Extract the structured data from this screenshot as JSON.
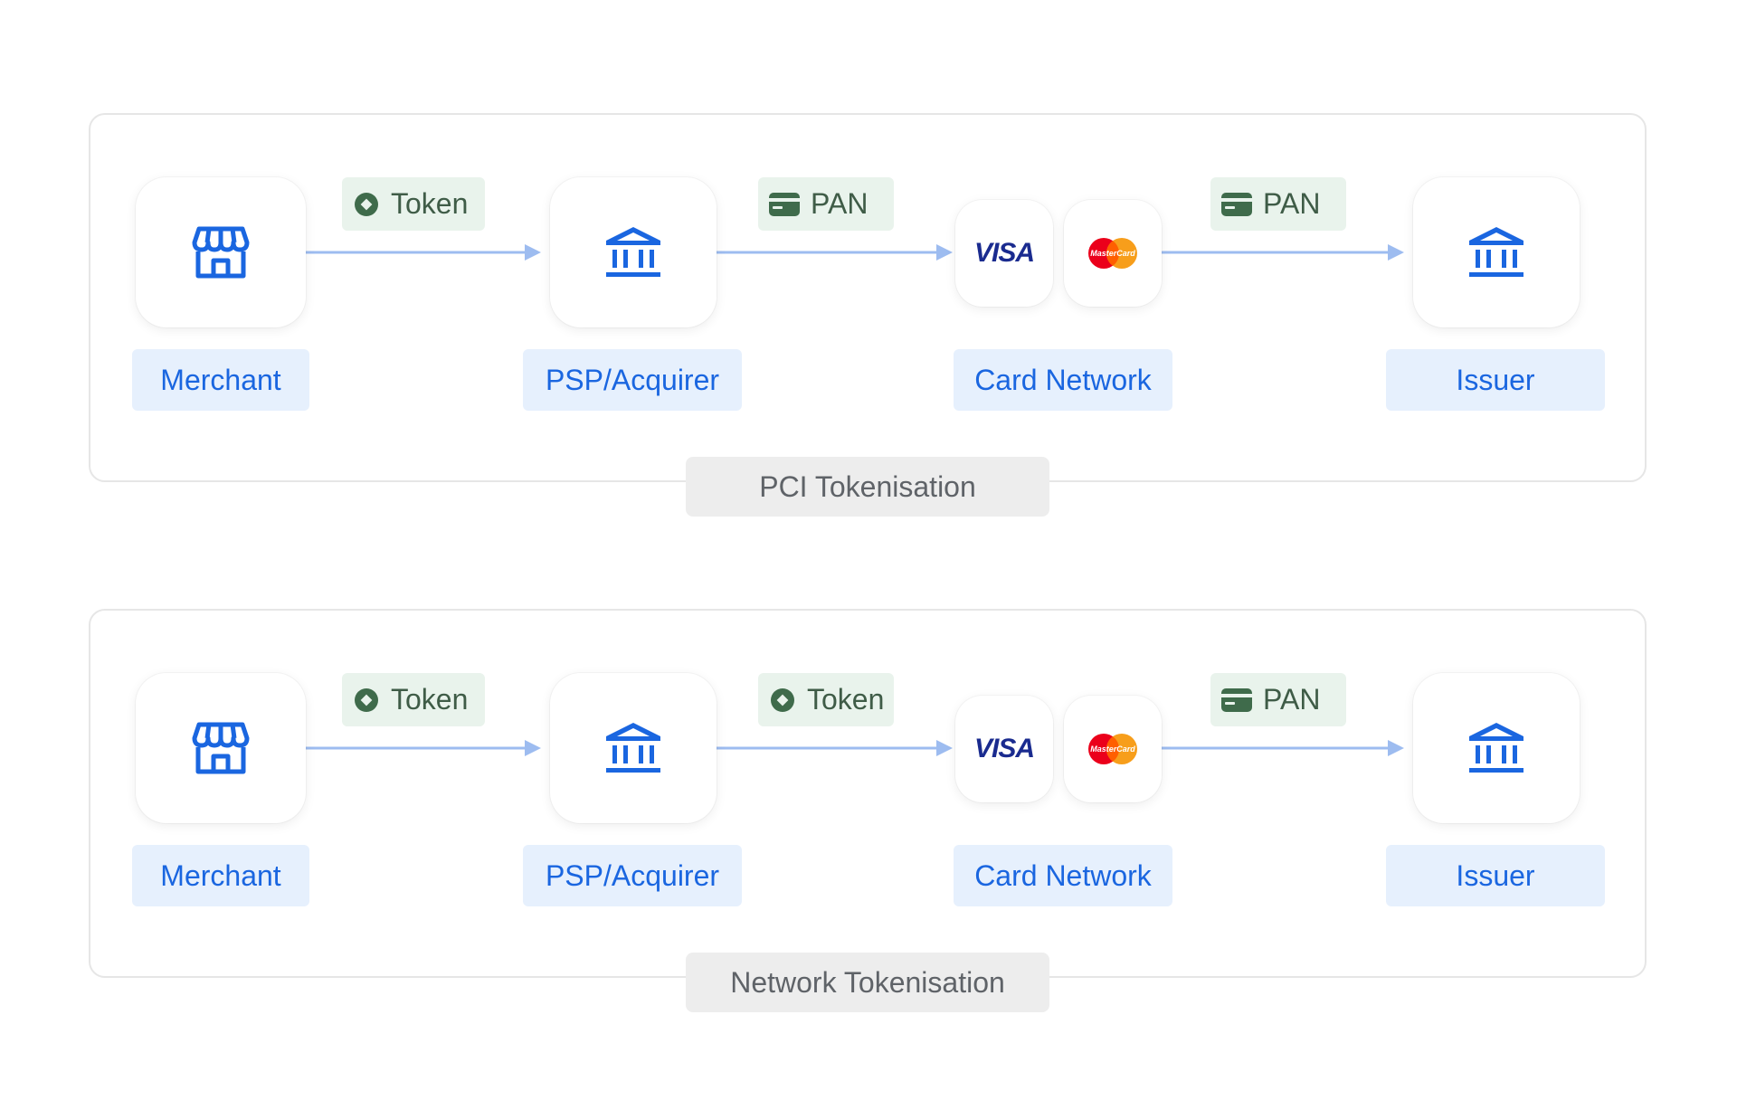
{
  "diagrams": [
    {
      "caption": "PCI Tokenisation",
      "nodes": {
        "merchant": {
          "label": "Merchant",
          "icon": "store-icon"
        },
        "psp": {
          "label": "PSP/Acquirer",
          "icon": "bank-icon"
        },
        "network": {
          "label": "Card Network",
          "logos": [
            "visa-logo",
            "mastercard-logo"
          ]
        },
        "issuer": {
          "label": "Issuer",
          "icon": "bank-icon"
        }
      },
      "edges": [
        {
          "from": "merchant",
          "to": "psp",
          "label": "Token",
          "icon": "token-icon"
        },
        {
          "from": "psp",
          "to": "network",
          "label": "PAN",
          "icon": "card-icon"
        },
        {
          "from": "network",
          "to": "issuer",
          "label": "PAN",
          "icon": "card-icon"
        }
      ]
    },
    {
      "caption": "Network Tokenisation",
      "nodes": {
        "merchant": {
          "label": "Merchant",
          "icon": "store-icon"
        },
        "psp": {
          "label": "PSP/Acquirer",
          "icon": "bank-icon"
        },
        "network": {
          "label": "Card Network",
          "logos": [
            "visa-logo",
            "mastercard-logo"
          ]
        },
        "issuer": {
          "label": "Issuer",
          "icon": "bank-icon"
        }
      },
      "edges": [
        {
          "from": "merchant",
          "to": "psp",
          "label": "Token",
          "icon": "token-icon"
        },
        {
          "from": "psp",
          "to": "network",
          "label": "Token",
          "icon": "token-icon"
        },
        {
          "from": "network",
          "to": "issuer",
          "label": "PAN",
          "icon": "card-icon"
        }
      ]
    }
  ],
  "logos": {
    "visa": "VISA",
    "mastercard": "MasterCard"
  },
  "colors": {
    "accent_blue": "#1a66e0",
    "label_bg": "#e6f0fd",
    "pill_bg": "#e9f3ec",
    "pill_text": "#3f5c47",
    "arrow": "#9dbcf0",
    "caption_bg": "#ededed",
    "caption_text": "#5f6368"
  }
}
